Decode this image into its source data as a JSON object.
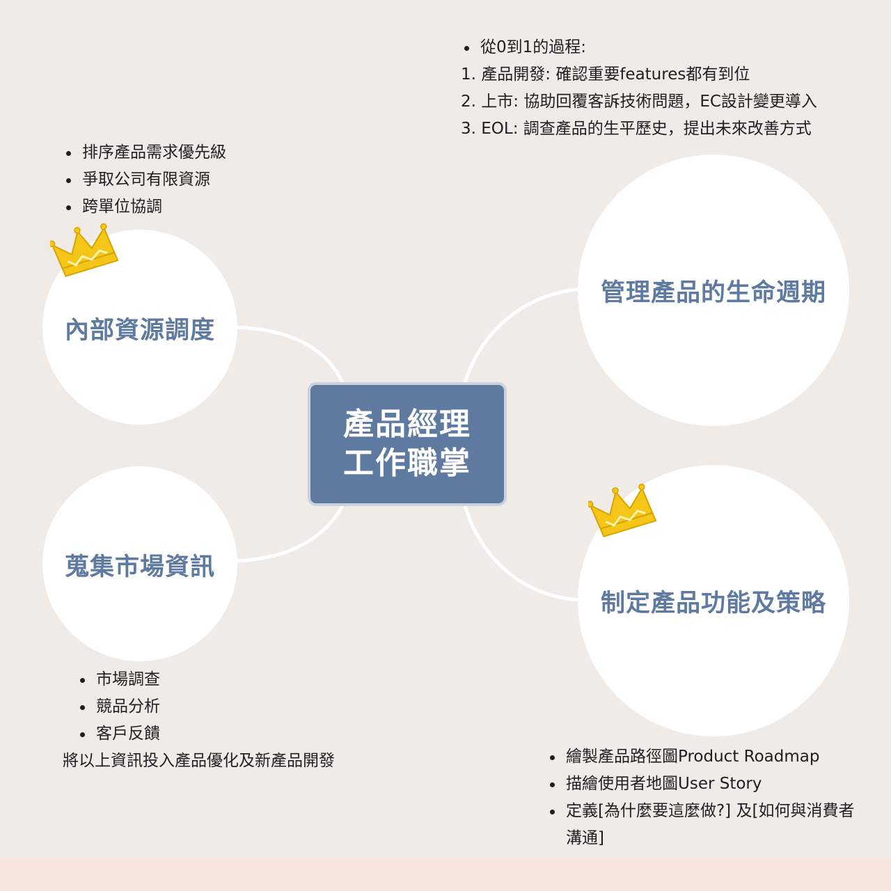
{
  "diagram": {
    "center": {
      "line1": "產品經理",
      "line2": "工作職掌"
    },
    "nodes": {
      "internal": "內部資源調度",
      "lifecycle": "管理產品的生命週期",
      "market": "蒐集市場資訊",
      "strategy": "制定產品功能及策略"
    },
    "notes": {
      "internal": [
        "排序產品需求優先級",
        "爭取公司有限資源",
        "跨單位協調"
      ],
      "lifecycle": {
        "bullet": "從0到1的過程:",
        "steps": [
          "1. 產品開發:  確認重要features都有到位",
          "2. 上市:  協助回覆客訴技術問題，EC設計變更導入",
          "3. EOL: 調查產品的生平歷史，提出未來改善方式"
        ]
      },
      "market": {
        "items": [
          "市場調查",
          "競品分析",
          "客戶反饋"
        ],
        "summary": "將以上資訊投入產品優化及新產品開發"
      },
      "strategy": [
        "繪製產品路徑圖Product Roadmap",
        "描繪使用者地圖User Story",
        "定義[為什麼要這麼做?] 及[如何與消費者溝通]"
      ]
    },
    "colors": {
      "background": "#f0ebe6",
      "bubble": "#ffffff",
      "title": "#5e7aa1",
      "center_fill": "#5f7aa1",
      "crown": "#f5c518"
    },
    "icons": [
      "crown-icon",
      "crown-icon"
    ]
  }
}
